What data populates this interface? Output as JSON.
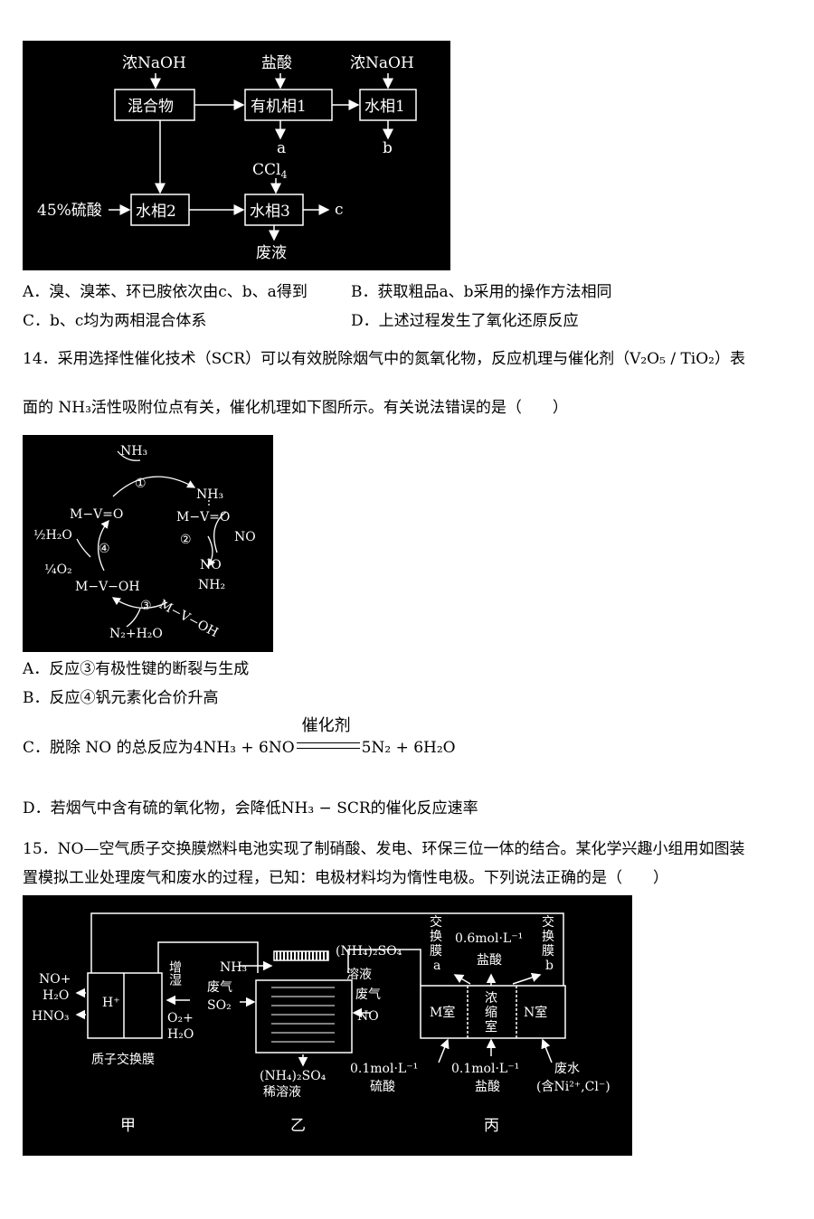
{
  "fig13": {
    "naoh_top": "浓NaOH",
    "hcl_top": "盐酸",
    "naoh_top2": "浓NaOH",
    "box_mix": "混合物",
    "box_org1": "有机相1",
    "box_aq1": "水相1",
    "label_a": "a",
    "label_b": "b",
    "ccl4_main": "CCl",
    "ccl4_sub": "4",
    "acid45": "45%硫酸",
    "box_aq2": "水相2",
    "box_aq3": "水相3",
    "label_c": "c",
    "waste": "废液"
  },
  "q13": {
    "optA": "A．溴、溴苯、环已胺依次由c、b、a得到",
    "optB": "B．获取粗品a、b采用的操作方法相同",
    "optC": "C．b、c均为两相混合体系",
    "optD": "D．上述过程发生了氧化还原反应"
  },
  "q14": {
    "stem1_pre": "14．采用选择性催化技术（SCR）可以有效脱除烟气中的氮氧化物，反应机理与催化剂（",
    "stem1_cat": "V₂O₅ / TiO₂",
    "stem1_post": "）表",
    "stem2_pre": "面的",
    "stem2_nh3": "NH₃",
    "stem2_post": "活性吸附位点有关，催化机理如下图所示。有关说法错误的是（　　）",
    "optA": "A．反应③有极性键的断裂与生成",
    "optB": "B．反应④钒元素化合价升高",
    "optC_pre": "C．脱除 NO 的总反应为",
    "optC_eq": "4NH₃ + 6NO",
    "optC_cat": "催化剂",
    "optC_prod": "5N₂ + 6H₂O",
    "optD_pre": "D．若烟气中含有硫的氧化物，会降低",
    "optD_mid": "NH₃ − SCR",
    "optD_post": "的催化反应速率"
  },
  "fig14": {
    "nh3_in": "NH₃",
    "step1": "①",
    "nh3_ads": "NH₃",
    "mvo_right": "M−V=O",
    "mvo_left": "M−V=O",
    "step2": "②",
    "no_in": "NO",
    "no_label": "NO",
    "nh2_label": "NH₂",
    "mvoh_right": "M−V−OH",
    "half_h2o": "½H₂O",
    "step4": "④",
    "quarter_o2": "¼O₂",
    "mvoh_left": "M−V−OH",
    "step3": "③",
    "n2_h2o": "N₂+H₂O"
  },
  "q15": {
    "stem1": "15．NO—空气质子交换膜燃料电池实现了制硝酸、发电、环保三位一体的结合。某化学兴趣小组用如图装",
    "stem2": "置模拟工业处理废气和废水的过程，已知：电极材料均为惰性电极。下列说法正确的是（　　）"
  },
  "fig15": {
    "no_h2o_1": "NO+",
    "no_h2o_2": "H₂O",
    "hno3": "HNO₃",
    "hplus": "H⁺",
    "humid": "增湿",
    "o2": "O₂+",
    "h2o": "H₂O",
    "pem": "质子交换膜",
    "nh3": "NH₃",
    "waste_gas1": "废气",
    "so2": "SO₂",
    "ammsul1": "(NH₄)₂SO₄",
    "soln": "溶液",
    "waste_gas2": "废气",
    "no": "NO",
    "ammsul2": "(NH₄)₂SO₄",
    "dilute": "稀溶液",
    "mem_a1": "交",
    "mem_a2": "换",
    "mem_a3": "膜",
    "mem_a4": "a",
    "conc06": "0.6mol·L⁻¹",
    "hcl1": "盐酸",
    "mem_b1": "交",
    "mem_b2": "换",
    "mem_b3": "膜",
    "mem_b4": "b",
    "room_m": "M室",
    "room_conc1": "浓",
    "room_conc2": "缩",
    "room_conc3": "室",
    "room_n": "N室",
    "conc01a": "0.1mol·L⁻¹",
    "h2so4": "硫酸",
    "conc01b": "0.1mol·L⁻¹",
    "hcl2": "盐酸",
    "wastewater": "废水",
    "contains": "(含Ni²⁺,Cl⁻)",
    "jia": "甲",
    "yi": "乙",
    "bing": "丙"
  }
}
